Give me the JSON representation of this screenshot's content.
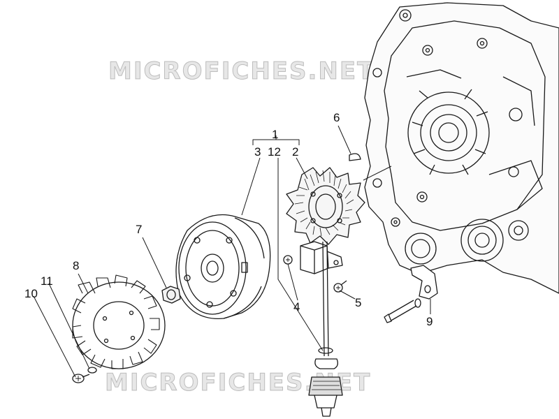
{
  "watermark": {
    "top": "MICROFICHES.NET",
    "bottom": "MICROFICHES.NET"
  },
  "callouts": {
    "c1": "1",
    "c2": "2",
    "c3": "3",
    "c4": "4",
    "c5": "5",
    "c6": "6",
    "c7": "7",
    "c8": "8",
    "c9": "9",
    "c10": "10",
    "c11": "11",
    "c12": "12"
  },
  "colors": {
    "line": "#1a1a1a",
    "fill": "#ffffff",
    "shade": "#cfcfcf",
    "dark": "#555555"
  }
}
